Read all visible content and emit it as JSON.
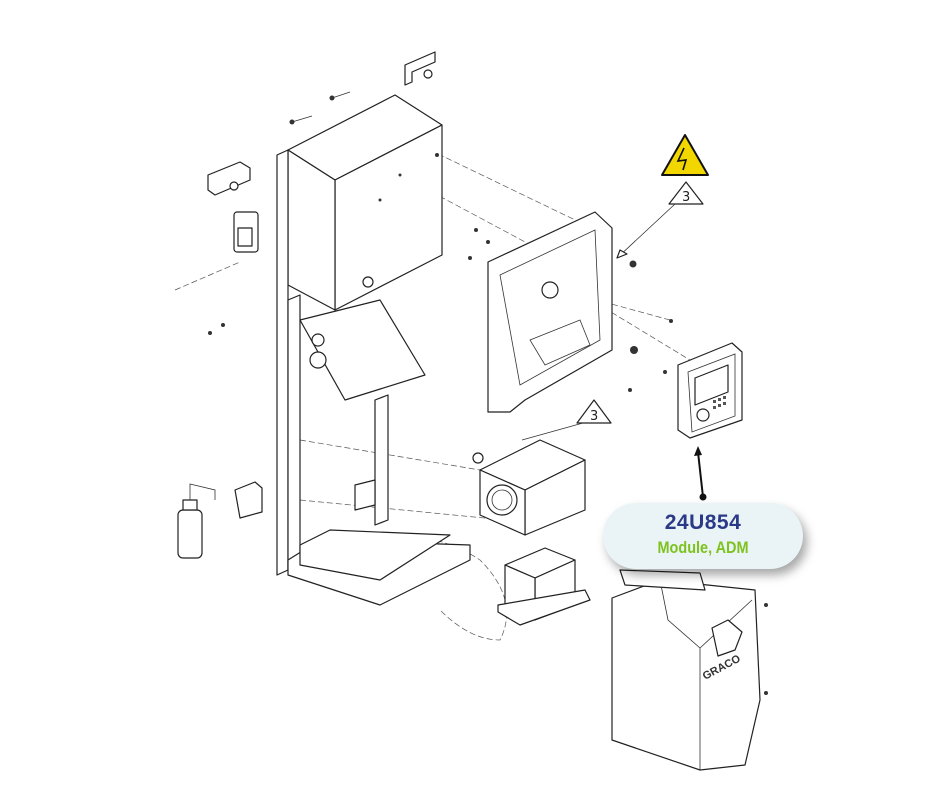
{
  "callout": {
    "part_number": "24U854",
    "description": "Module, ADM"
  },
  "reference_labels": [
    "3",
    "3"
  ],
  "cover_logo_text": "GRACO",
  "colors": {
    "part_number": "#2b3a86",
    "description": "#7dc21e",
    "callout_bg": "#eaf4f6",
    "warning_yellow": "#f2d600"
  },
  "icons": [
    "electrical-hazard-warning-icon",
    "reference-triangle-icon"
  ]
}
